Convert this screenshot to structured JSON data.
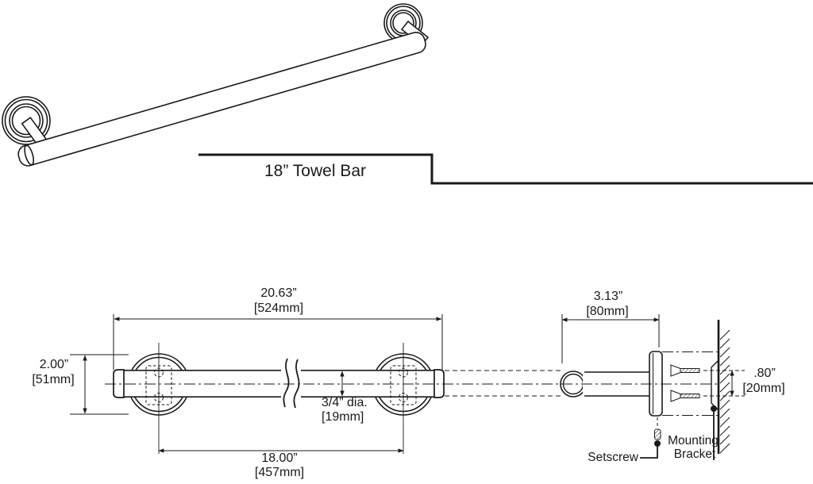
{
  "title": {
    "product_label": "18”  Towel Bar"
  },
  "dimensions": {
    "overall_width": {
      "inches": "20.63”",
      "mm": "[524mm]"
    },
    "projection": {
      "inches": "3.13”",
      "mm": "[80mm]"
    },
    "flange_diameter": {
      "inches": "2.00”",
      "mm": "[51mm]"
    },
    "bar_diameter": {
      "inches": "3/4” dia.",
      "mm": "[19mm]"
    },
    "center_to_center": {
      "inches": "18.00”",
      "mm": "[457mm]"
    },
    "mounting_hole_spacing": {
      "inches": ".80”",
      "mm": "[20mm]"
    }
  },
  "labels": {
    "setscrew": "Setscrew",
    "mounting_bracket_line1": "Mounting",
    "mounting_bracket_line2": "Bracket"
  },
  "colors": {
    "line": "#1a1a1a",
    "background": "#ffffff"
  }
}
